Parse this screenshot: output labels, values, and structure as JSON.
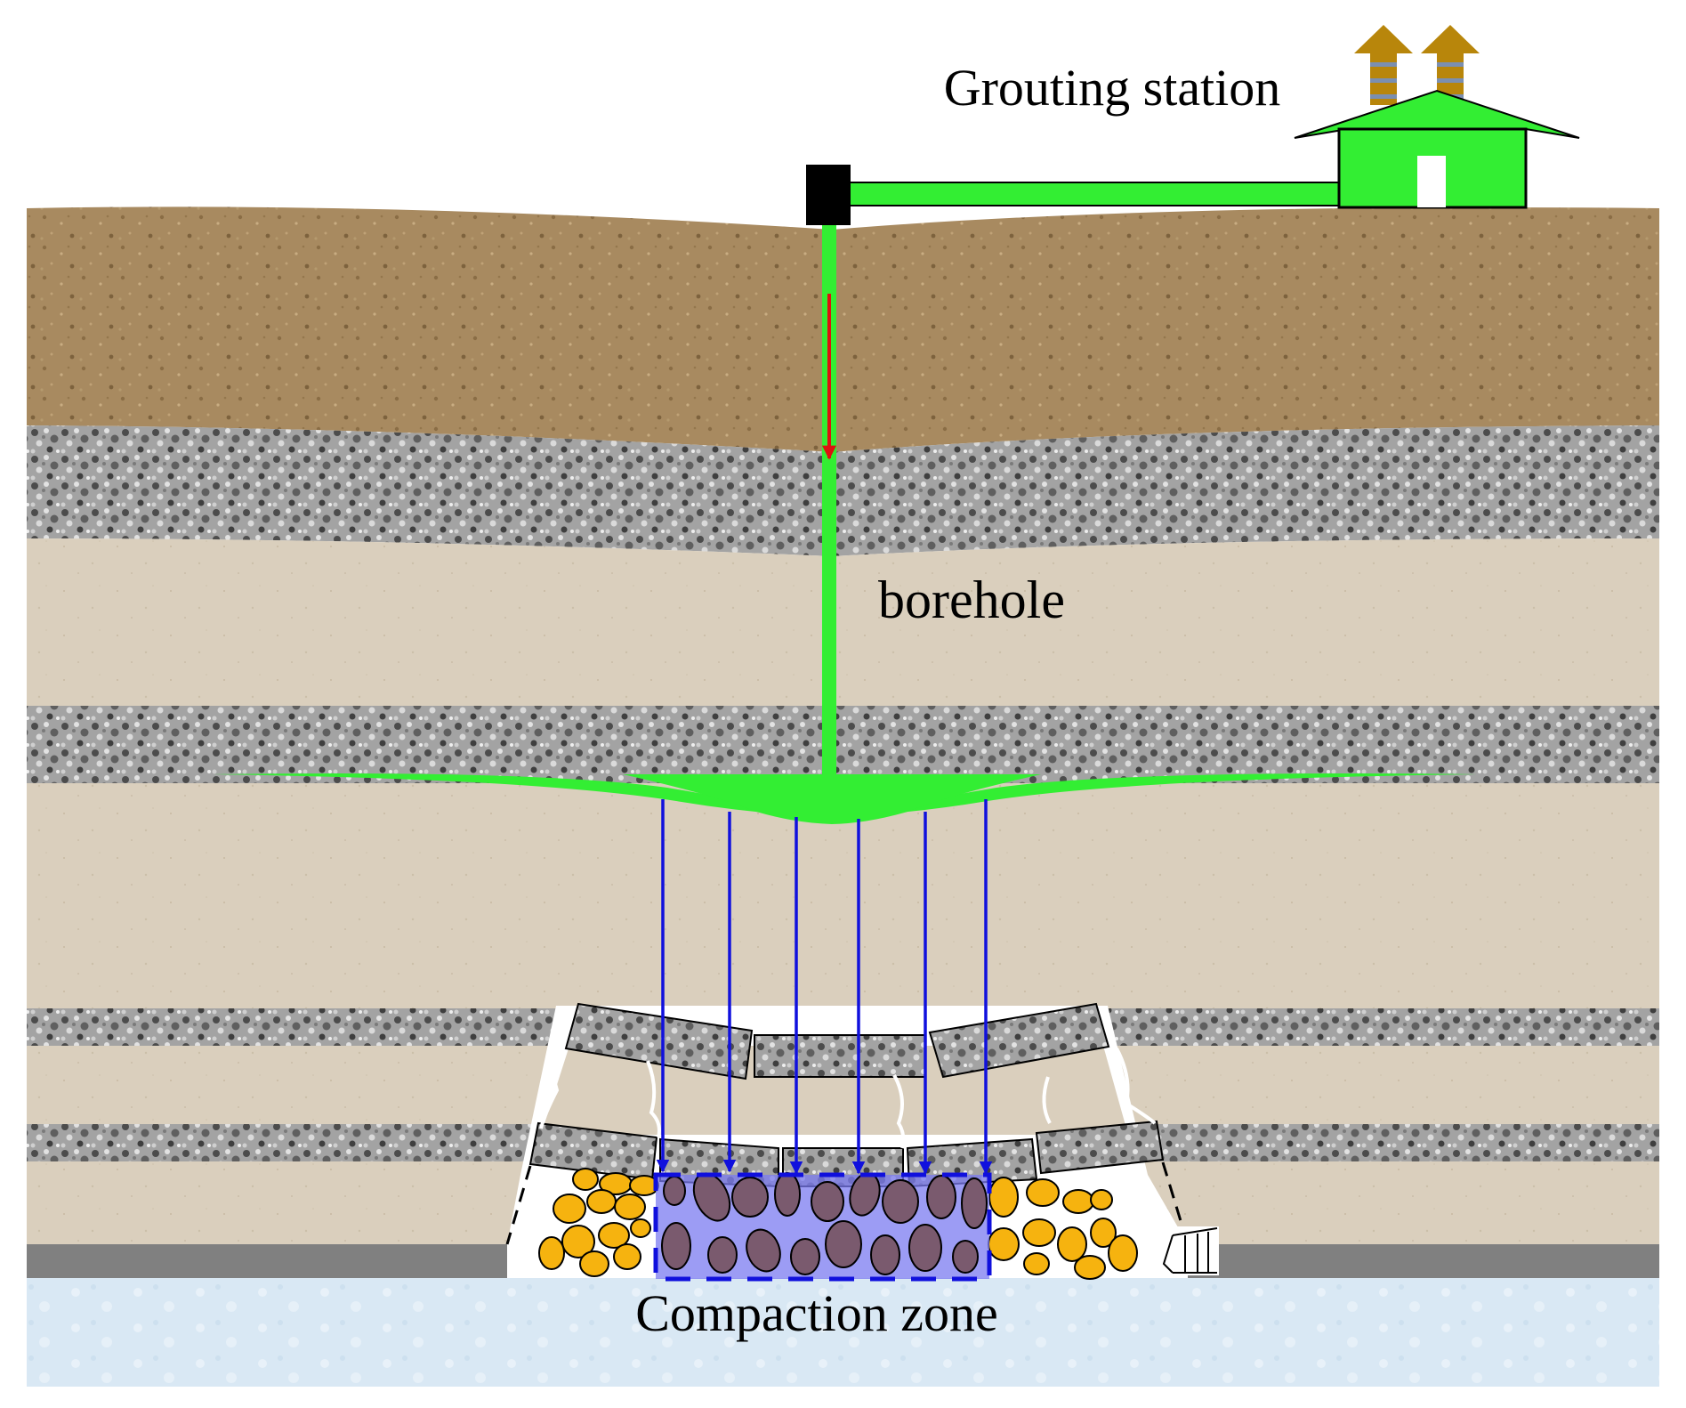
{
  "labels": {
    "station": "Grouting station",
    "borehole": "borehole",
    "zone": "Compaction zone"
  },
  "colors": {
    "soil": "#a88a60",
    "gravel": "#9b9b9b",
    "sand": "#dacfbd",
    "grout": "#33ee33",
    "pipe_head": "#000000",
    "flow_arrow": "#1010dd",
    "inject_arrow": "#dd1111",
    "boulder": "#f6b30f",
    "compacted_rock": "#7a5a6e",
    "compaction_fill": "#7b7bf0",
    "seam": "#808080",
    "water": "#d9e8f4",
    "chimney": "#b8860b"
  }
}
